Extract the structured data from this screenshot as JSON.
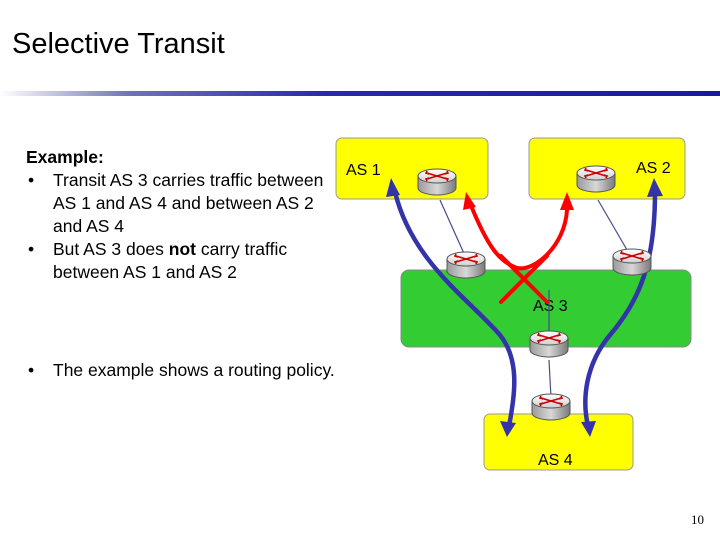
{
  "slide": {
    "title": "Selective Transit",
    "page_number": "10"
  },
  "body": {
    "example_label": "Example:",
    "bullet1": "Transit AS 3 carries traffic between AS 1 and AS 4 and between AS 2 and AS 4",
    "bullet2_before": "But AS 3 does ",
    "bullet2_emphasis": "not",
    "bullet2_after": " carry traffic between AS 1 and AS 2",
    "bullet3": "The example shows a routing policy."
  },
  "diagram": {
    "as1_label": "AS 1",
    "as2_label": "AS 2",
    "as3_label": "AS 3",
    "as4_label": "AS 4",
    "colors": {
      "as_stub": "#ffff00",
      "as_transit": "#33cc33",
      "allowed_path": "#3333aa",
      "blocked_path": "#ff0000"
    }
  }
}
